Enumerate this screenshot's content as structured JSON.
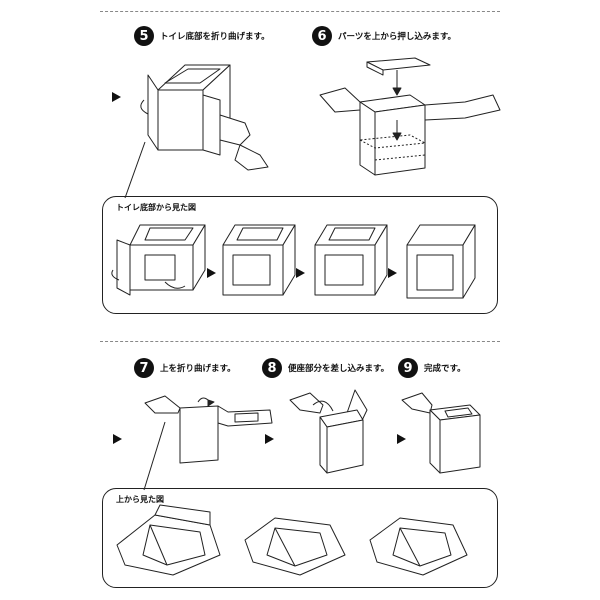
{
  "steps": [
    {
      "num": "5",
      "caption": "トイレ底部を折り曲げます。"
    },
    {
      "num": "6",
      "caption": "パーツを上から押し込みます。"
    },
    {
      "num": "7",
      "caption": "上を折り曲げます。"
    },
    {
      "num": "8",
      "caption": "便座部分を差し込みます。"
    },
    {
      "num": "9",
      "caption": "完成です。"
    }
  ],
  "panels": {
    "bottom_view_label": "トイレ底部から見た図",
    "top_view_label": "上から見た図"
  }
}
